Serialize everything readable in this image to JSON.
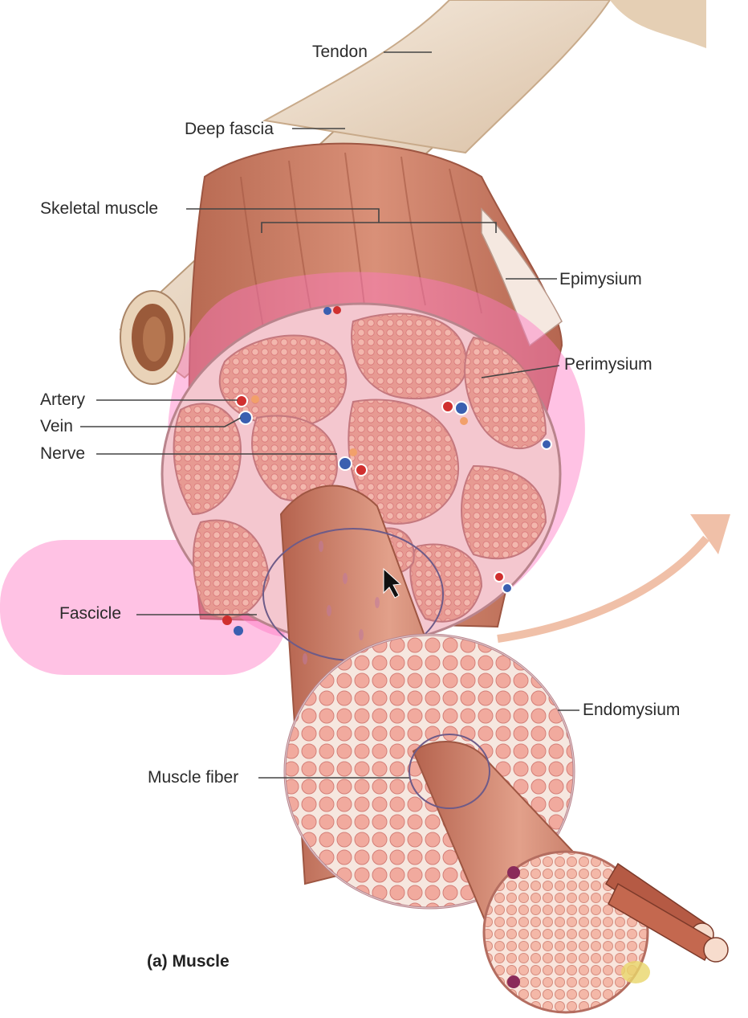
{
  "labels": {
    "tendon": "Tendon",
    "deep_fascia": "Deep fascia",
    "skeletal_muscle": "Skeletal muscle",
    "epimysium": "Epimysium",
    "perimysium": "Perimysium",
    "artery": "Artery",
    "vein": "Vein",
    "nerve": "Nerve",
    "fascicle": "Fascicle",
    "endomysium": "Endomysium",
    "muscle_fiber": "Muscle fiber"
  },
  "caption": "(a) Muscle",
  "colors": {
    "muscle": "#c97a62",
    "muscle_light": "#e8a892",
    "tendon": "#ecd9c3",
    "perimysium_pink": "#f2b8c6",
    "highlight": "#ff7fc8",
    "artery": "#d0302f",
    "vein": "#3a5fb0",
    "fiber_fill": "#f0a89a"
  }
}
